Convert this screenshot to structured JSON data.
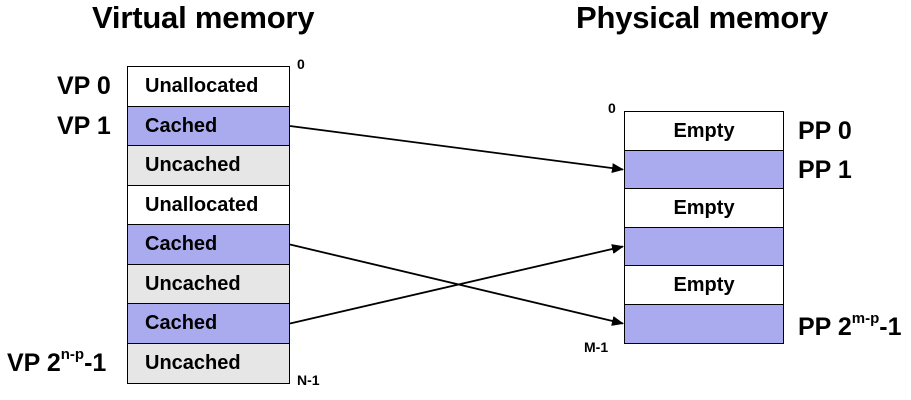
{
  "virtual": {
    "title": "Virtual memory",
    "top_index": "0",
    "bottom_index": "N-1",
    "cells": [
      {
        "label": "Unallocated",
        "color": "#ffffff"
      },
      {
        "label": "Cached",
        "color": "#aaaaee"
      },
      {
        "label": "Uncached",
        "color": "#e6e6e6"
      },
      {
        "label": "Unallocated",
        "color": "#ffffff"
      },
      {
        "label": "Cached",
        "color": "#aaaaee"
      },
      {
        "label": "Uncached",
        "color": "#e6e6e6"
      },
      {
        "label": "Cached",
        "color": "#aaaaee"
      },
      {
        "label": "Uncached",
        "color": "#e6e6e6"
      }
    ],
    "page_labels": {
      "vp0": "VP 0",
      "vp1": "VP 1",
      "vp_last_prefix": "VP 2",
      "vp_last_exp": "n-p",
      "vp_last_suffix": "-1"
    }
  },
  "physical": {
    "title": "Physical memory",
    "top_index": "0",
    "bottom_index": "M-1",
    "cells": [
      {
        "label": "Empty",
        "color": "#ffffff"
      },
      {
        "label": "",
        "color": "#aaaaee"
      },
      {
        "label": "Empty",
        "color": "#ffffff"
      },
      {
        "label": "",
        "color": "#aaaaee"
      },
      {
        "label": "Empty",
        "color": "#ffffff"
      },
      {
        "label": "",
        "color": "#aaaaee"
      }
    ],
    "page_labels": {
      "pp0": "PP 0",
      "pp1": "PP 1",
      "pp_last_prefix": "PP 2",
      "pp_last_exp": "m-p",
      "pp_last_suffix": "-1"
    }
  },
  "mappings": [
    {
      "from_virtual_row": 1,
      "to_physical_row": 1
    },
    {
      "from_virtual_row": 4,
      "to_physical_row": 5
    },
    {
      "from_virtual_row": 6,
      "to_physical_row": 3
    }
  ]
}
